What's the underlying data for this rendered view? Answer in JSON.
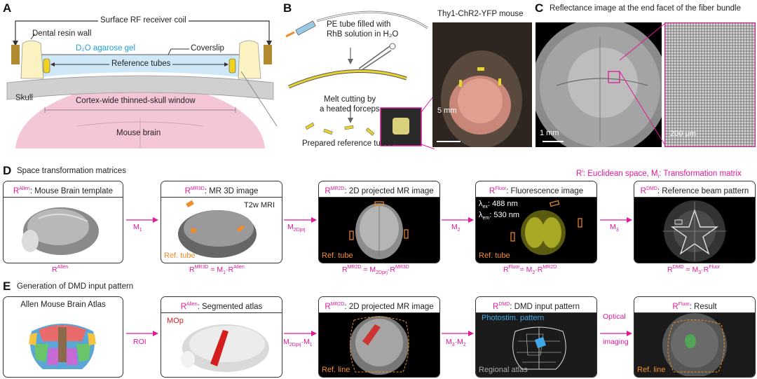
{
  "panels": {
    "a": "A",
    "b": "B",
    "c": "C",
    "d": "D",
    "e": "E"
  },
  "panel_a": {
    "coil_label": "Surface RF receiver coil",
    "wall_label": "Dental resin wall",
    "gel_label": "D₂O agarose gel",
    "coverslip_label": "Coverslip",
    "tubes_label": "Reference tubes",
    "skull_label": "Skull",
    "window_label": "Cortex-wide thinned-skull window",
    "brain_label": "Mouse brain"
  },
  "panel_b": {
    "tube_label_line1": "PE tube filled with",
    "tube_label_line2": "RhB solution in H₂O",
    "melt_label_line1": "Melt cutting by",
    "melt_label_line2": "a heated forceps",
    "prepared_label": "Prepared reference tubes",
    "photo_title": "Thy1-ChR2-YFP mouse",
    "photo_scale": "5 mm"
  },
  "panel_c": {
    "title": "Reflectance image at the end facet of the fiber bundle",
    "scale_left": "1 mm",
    "scale_right": "200 μm"
  },
  "panel_d": {
    "section_title": "Space transformation matrices",
    "legend_R": "R",
    "legend_R_sup": "i",
    "legend_text1": ": Euclidean space, M",
    "legend_M_sub": "i",
    "legend_text2": ": Transformation matrix",
    "cards": [
      {
        "sup": "Allen",
        "title": ": Mouse Brain template",
        "cap_R": "R",
        "cap_sup": "Allen",
        "cap_rest": "",
        "cap_M": "",
        "cap_Msub": "",
        "cap_R2": "",
        "cap_R2sup": ""
      },
      {
        "sup": "MR3D",
        "title": ": MR 3D image",
        "inner": "T2w MRI",
        "ref": "Ref. tube",
        "cap_R": "R",
        "cap_sup": "MR3D",
        "cap_rest": " = M",
        "cap_Msub": "1",
        "cap_R2": "·R",
        "cap_R2sup": "Allen"
      },
      {
        "sup": "MR2D",
        "title": ": 2D projected MR image",
        "ref": "Ref. tube",
        "cap_R": "R",
        "cap_sup": "MR2D",
        "cap_rest": " = M",
        "cap_Msub": "2Dprj",
        "cap_R2": "·R",
        "cap_R2sup": "MR3D"
      },
      {
        "sup": "Fluor",
        "title": ": Fluorescence image",
        "ex": "λ",
        "ex_sub": "ex",
        "ex_val": ": 488 nm",
        "em": "λ",
        "em_sub": "em",
        "em_val": ": 530 nm",
        "ref": "Ref. tube",
        "cap_R": "R",
        "cap_sup": "Fluor",
        "cap_rest": "= M",
        "cap_Msub": "2",
        "cap_R2": "·R",
        "cap_R2sup": "MR2D"
      },
      {
        "sup": "DMD",
        "title": ": Reference beam pattern",
        "cap_R": "R",
        "cap_sup": "DMD",
        "cap_rest": " = M",
        "cap_Msub": "3",
        "cap_R2": "·R",
        "cap_R2sup": "Fluor"
      }
    ],
    "arrows": [
      {
        "M": "M",
        "sub": "1"
      },
      {
        "M": "M",
        "sub": "2Dprj"
      },
      {
        "M": "M",
        "sub": "2"
      },
      {
        "M": "M",
        "sub": "3"
      }
    ]
  },
  "panel_e": {
    "section_title": "Generation of DMD input pattern",
    "cards": [
      {
        "title": "Allen Mouse Brain Atlas"
      },
      {
        "sup": "Allen",
        "title": ": Segmented atlas",
        "inner": "MOp"
      },
      {
        "sup": "MR2D",
        "title": ": 2D projected MR image",
        "ref": "Ref. line"
      },
      {
        "sup": "DMD",
        "title": ": DMD input pattern",
        "inner": "Photostim. pattern",
        "inner2": "Regional atlas"
      },
      {
        "sup": "Fluor",
        "title": ": Result",
        "ref": "Ref. line"
      }
    ],
    "arrows": [
      {
        "label": "ROI"
      },
      {
        "M": "M",
        "sub": "2Dprj",
        "rest": "·M",
        "sub2": "1"
      },
      {
        "M": "M",
        "sub": "3",
        "rest": "·M",
        "sub2": "2"
      },
      {
        "label1": "Optical",
        "label2": "imaging"
      }
    ]
  }
}
